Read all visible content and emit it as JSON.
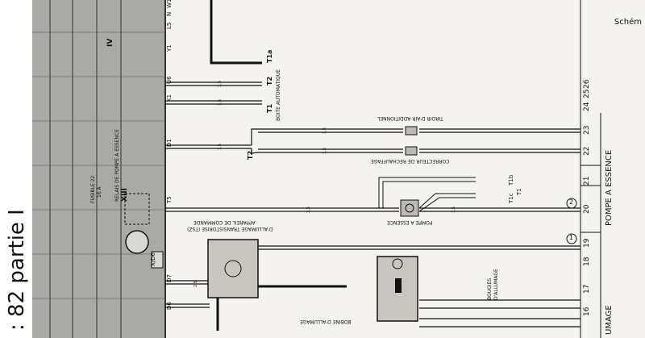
{
  "page": {
    "corner_label": "Schém",
    "title": "82 partie I",
    "prefix_mark": ":"
  },
  "column_numbers": [
    "16",
    "17",
    "18",
    "19",
    "20",
    "21",
    "22",
    "23",
    "24",
    "25",
    "26"
  ],
  "section_labels": {
    "pump": "POMPE A ESSENCE",
    "left": "UMAGE"
  },
  "circles": [
    "1",
    "2"
  ],
  "components": {
    "ignition_unit_line1": "APPAREIL DE COMMANDE",
    "ignition_unit_line2": "D'ALLUMAGE TRANSISTORISE (TSZ)",
    "fuel_pump": "POMPE A ESSENCE",
    "heater": "CORRECTEUR DE RECHAUFFAGE",
    "extra_air": "TIROIR D'AIR ADDITIONNEL",
    "gearbox": "BOITE AUTOMATIQUE",
    "spark_line1": "BOUGIES",
    "spark_line2": "D'ALLUMAGE",
    "coil": "BOBINE D'ALLUMAGE",
    "fuse_line1": "FUSIBLE 22",
    "fuse_line2": "16 A",
    "relay_line1": "RELAIS DE POMPE A ESSENCE",
    "relay_roman": "XIII",
    "relay_roman2": "IV"
  },
  "connector_tags": [
    "T1a",
    "T2",
    "T1",
    "T2",
    "T1b",
    "T1c",
    "T1"
  ],
  "terminal_labels": [
    "D6",
    "D7",
    "T5",
    "D1",
    "K1",
    "U6",
    "Y1",
    "L5",
    "N",
    "W1"
  ],
  "wire_sizes": [
    "2,5",
    "1,5",
    "1,5",
    "1,5",
    "1,5",
    "1,5",
    "2,5",
    "1,5"
  ],
  "relay_box_label": "X/D6",
  "colors": {
    "paper": "#f4f3ef",
    "relay_panel": "#a9a9a6",
    "ink": "#111111",
    "component_fill": "#c9c6c0"
  }
}
